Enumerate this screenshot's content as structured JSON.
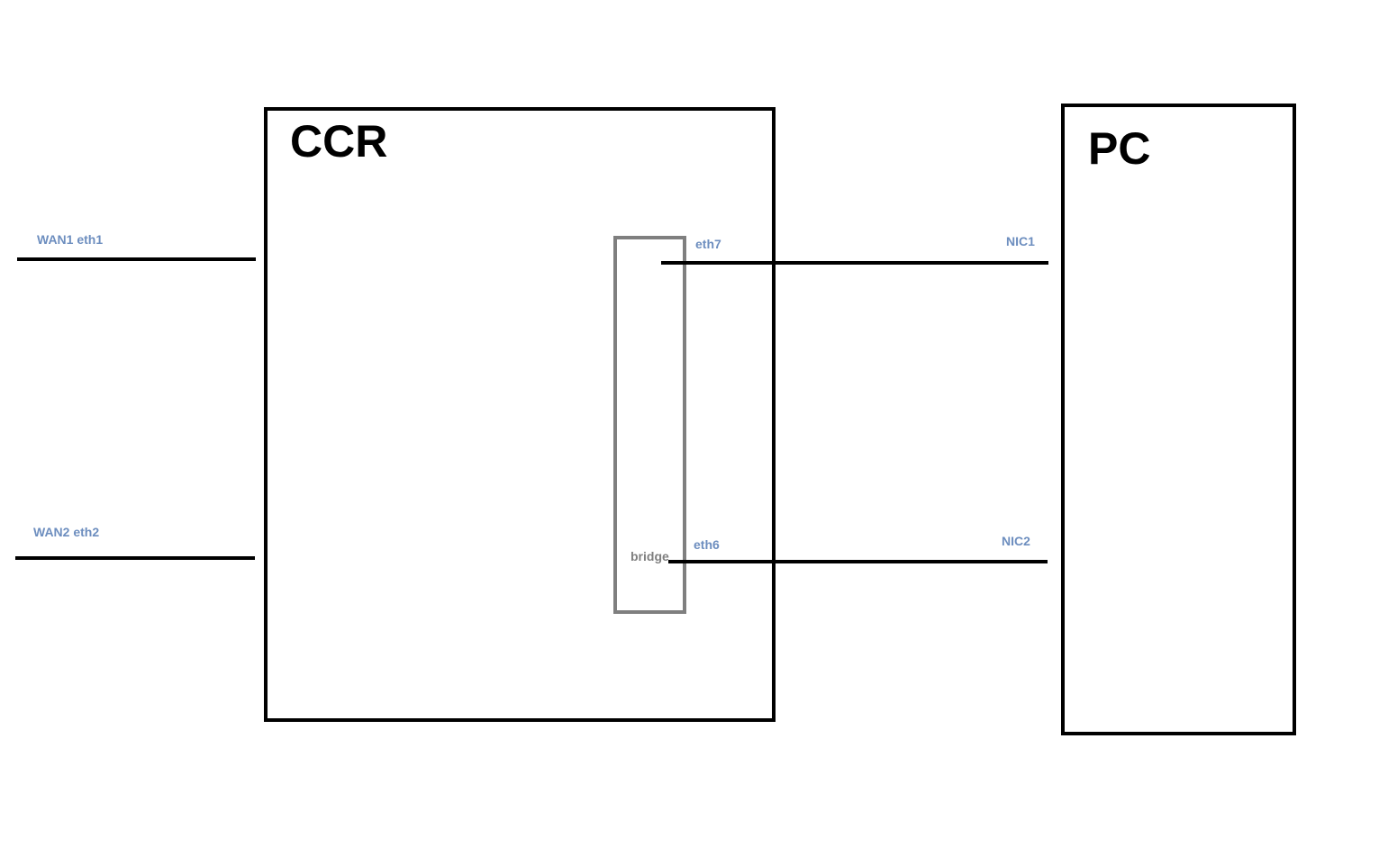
{
  "colors": {
    "background": "#ffffff",
    "device_border": "#000000",
    "bridge_border": "#7f7f7f",
    "bridge_label": "#7f7f7f",
    "port_label": "#6d8ebf",
    "link": "#000000"
  },
  "devices": {
    "ccr": {
      "label": "CCR"
    },
    "pc": {
      "label": "PC"
    }
  },
  "bridge": {
    "label": "bridge"
  },
  "wan_ports": {
    "wan1": {
      "label": "WAN1 eth1"
    },
    "wan2": {
      "label": "WAN2 eth2"
    }
  },
  "bridge_ports": {
    "eth7": {
      "label": "eth7"
    },
    "eth6": {
      "label": "eth6"
    }
  },
  "pc_nics": {
    "nic1": {
      "label": "NIC1"
    },
    "nic2": {
      "label": "NIC2"
    }
  }
}
